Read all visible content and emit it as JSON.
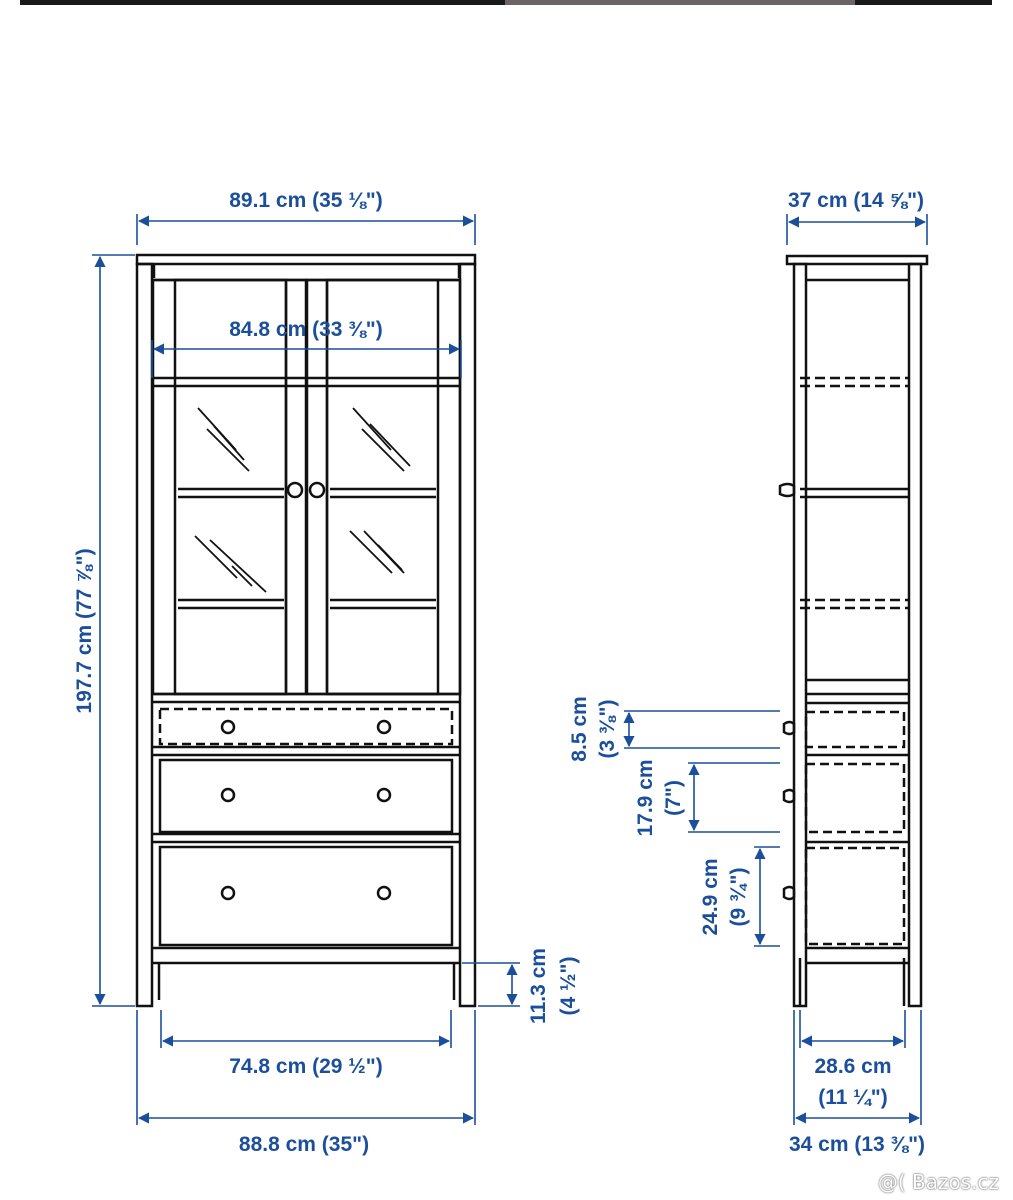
{
  "front_view": {
    "overall_width": "89.1 cm (35 ⅛\")",
    "inner_width": "84.8 cm (33 ⅜\")",
    "overall_height": "197.7 cm (77 ⅞\")",
    "leg_height_cm": "11.3 cm",
    "leg_height_in": "(4 ½\")",
    "inner_base_width": "74.8 cm (29 ½\")",
    "base_width": "88.8 cm (35\")"
  },
  "side_view": {
    "top_depth": "37 cm (14 ⅝\")",
    "drawer1_height_cm": "8.5 cm",
    "drawer1_height_in": "(3 ⅜\")",
    "drawer2_height_cm": "17.9 cm",
    "drawer2_height_in": "(7\")",
    "drawer3_height_cm": "24.9 cm",
    "drawer3_height_in": "(9 ¾\")",
    "inner_depth_cm": "28.6 cm",
    "inner_depth_in": "(11 ¼\")",
    "base_depth": "34 cm (13 ⅜\")"
  },
  "watermark": "@( Bazos.cz",
  "colors": {
    "dimension": "#1b4f9c",
    "line": "#111111",
    "background": "#ffffff"
  }
}
